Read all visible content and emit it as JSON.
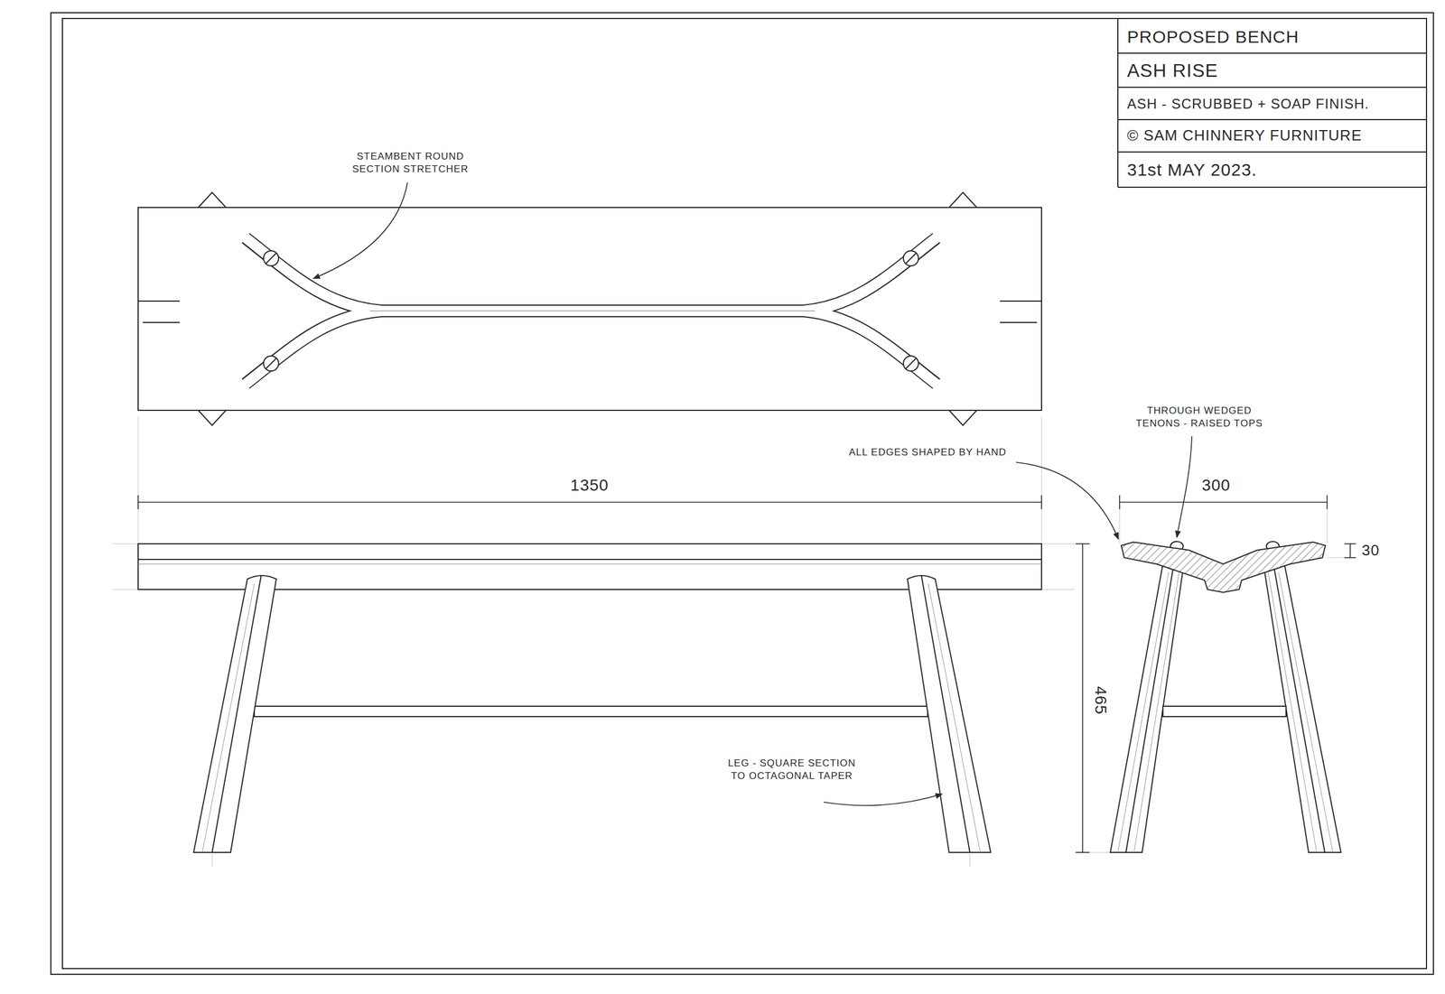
{
  "diagram": {
    "labels": [
      "PROPOSED BENCH",
      "ASH RISE",
      "ASH - SCRUBBED + SOAP FINISH.",
      "© SAM CHINNERY FURNITURE",
      "31st MAY 2023.",
      "STEAMBENT ROUND SECTION STRETCHER",
      "1350",
      "ALL EDGES SHAPED BY HAND",
      "THROUGH WEDGED TENONS - RAISED TOPS",
      "300",
      "30",
      "465",
      "LEG - SQUARE SECTION TO OCTAGONAL TAPER"
    ]
  }
}
